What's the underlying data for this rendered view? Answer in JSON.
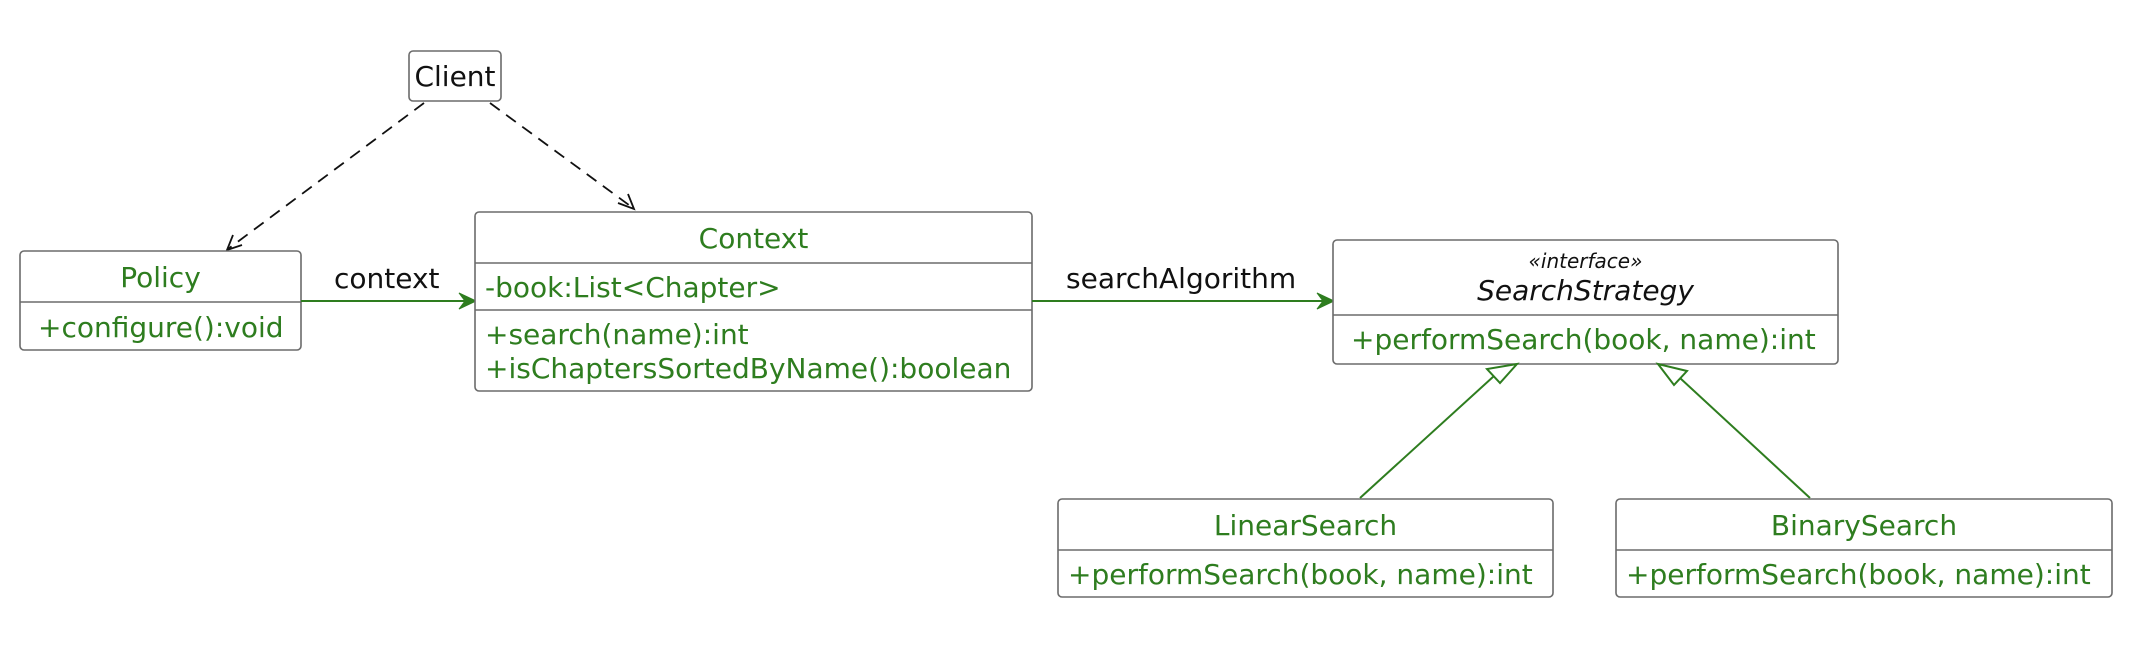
{
  "colors": {
    "class_text": "#2e7d1f",
    "relation_line": "#2e7d1f",
    "dependency_line": "#111111",
    "box_border": "#6b6b6b"
  },
  "classes": {
    "client": {
      "name": "Client"
    },
    "policy": {
      "name": "Policy",
      "methods": [
        "+configure():void"
      ]
    },
    "context": {
      "name": "Context",
      "attributes": [
        "-book:List<Chapter>"
      ],
      "methods": [
        "+search(name):int",
        "+isChaptersSortedByName():boolean"
      ]
    },
    "search_strategy": {
      "stereotype": "«interface»",
      "name": "SearchStrategy",
      "methods": [
        "+performSearch(book, name):int"
      ]
    },
    "linear_search": {
      "name": "LinearSearch",
      "methods": [
        "+performSearch(book, name):int"
      ]
    },
    "binary_search": {
      "name": "BinarySearch",
      "methods": [
        "+performSearch(book, name):int"
      ]
    }
  },
  "relations": {
    "policy_context_label": "context",
    "context_strategy_label": "searchAlgorithm"
  }
}
